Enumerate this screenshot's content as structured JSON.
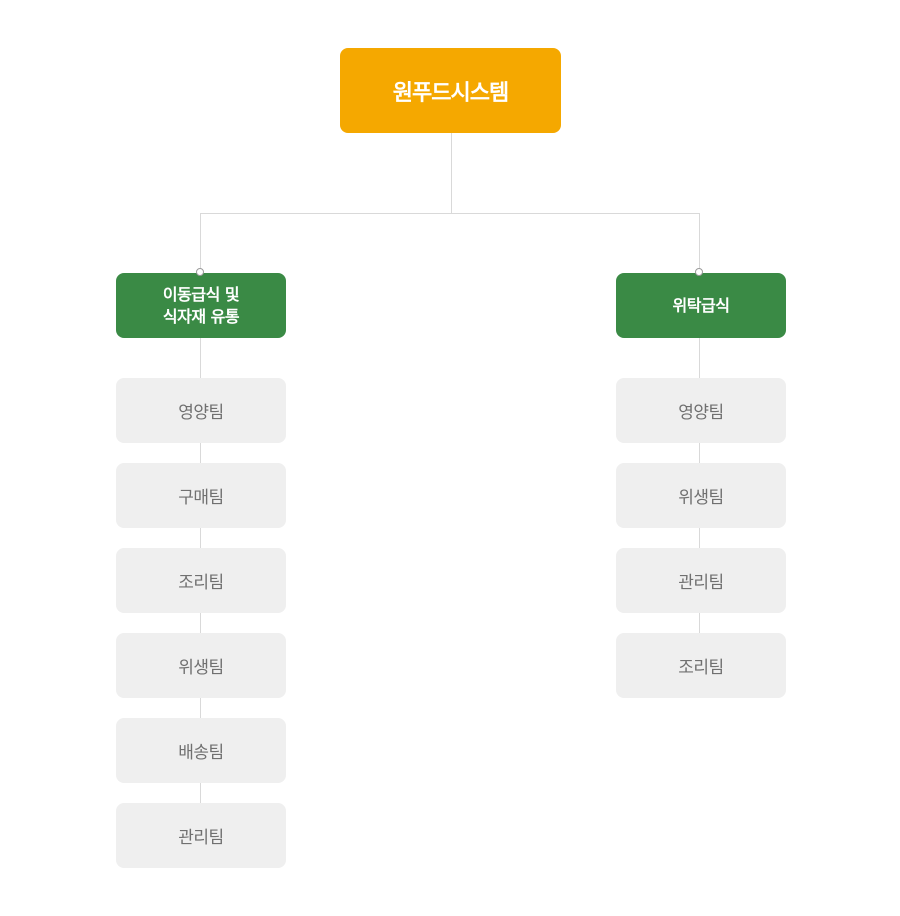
{
  "root": {
    "label": "원푸드시스템"
  },
  "branches": [
    {
      "label_lines": [
        "이동급식 및",
        "식자재 유통"
      ],
      "teams": [
        "영양팀",
        "구매팀",
        "조리팀",
        "위생팀",
        "배송팀",
        "관리팀"
      ]
    },
    {
      "label_lines": [
        "위탁급식"
      ],
      "teams": [
        "영양팀",
        "위생팀",
        "관리팀",
        "조리팀"
      ]
    }
  ],
  "colors": {
    "root": "#f5a800",
    "branch": "#3a8a45",
    "team": "#efefef",
    "connector": "#d9d9d9"
  }
}
